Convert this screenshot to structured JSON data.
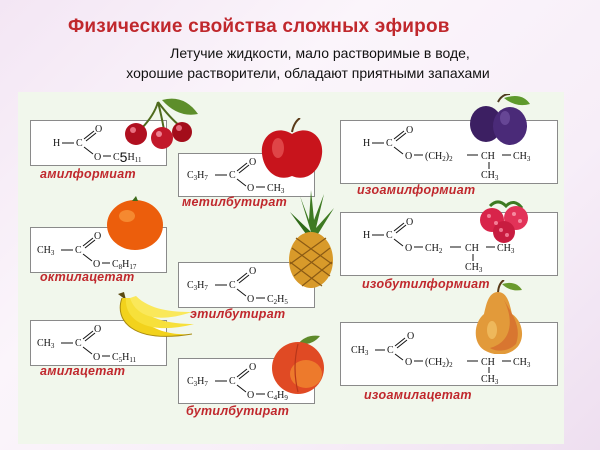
{
  "title": "Физические свойства сложных эфиров",
  "subtitle_line1": "Летучие жидкости, мало растворимые в воде,",
  "subtitle_line2": "хорошие растворители, обладают приятными запахами",
  "esters": [
    {
      "name": "амилформиат",
      "fruit": "cherry-icon"
    },
    {
      "name": "метилбутират",
      "fruit": "apple-icon"
    },
    {
      "name": "изоамилформиат",
      "fruit": "plum-icon"
    },
    {
      "name": "октилацетат",
      "fruit": "orange-icon"
    },
    {
      "name": "этилбутират",
      "fruit": "pineapple-icon"
    },
    {
      "name": "изобутилформиат",
      "fruit": "raspberry-icon"
    },
    {
      "name": "амилацетат",
      "fruit": "banana-icon"
    },
    {
      "name": "бутилбутират",
      "fruit": "peach-icon"
    },
    {
      "name": "изоамилацетат",
      "fruit": "pear-icon"
    }
  ],
  "colors": {
    "accent": "#c0282d",
    "panel": "#f1f7ec"
  }
}
